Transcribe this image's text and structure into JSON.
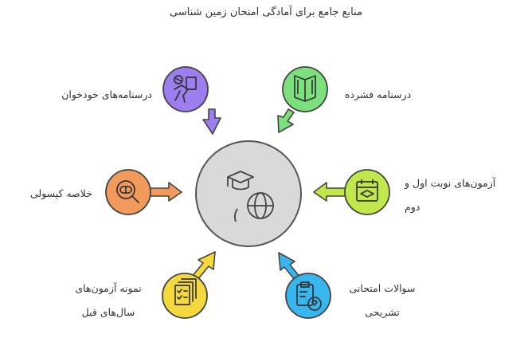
{
  "title": "منابع جامع برای آمادگی امتحان زمین شناسی",
  "center": {
    "icons": [
      "graduation-cap-icon",
      "globe-icon"
    ]
  },
  "items": [
    {
      "id": "self-study",
      "label": "درسنامه‌های خودخوان",
      "color": "#9d7ef0",
      "icon": "study-person-icon"
    },
    {
      "id": "summary-notes",
      "label": "درسنامه فشرده",
      "color": "#7ce07c",
      "icon": "open-book-icon"
    },
    {
      "id": "capsule",
      "label": "خلاصه کپسولی",
      "color": "#f29a5c",
      "icon": "capsule-search-icon"
    },
    {
      "id": "exams",
      "label": "آزمون‌های نوبت اول و دوم",
      "color": "#c0e84a",
      "icon": "calendar-cap-icon"
    },
    {
      "id": "past-tests",
      "label": "نمونه آزمون‌های سال‌های قبل",
      "color": "#f5d83c",
      "icon": "checklist-icon"
    },
    {
      "id": "descriptive",
      "label": "سوالات امتحانی تشریحی",
      "color": "#38b6ee",
      "icon": "question-doc-icon"
    }
  ]
}
